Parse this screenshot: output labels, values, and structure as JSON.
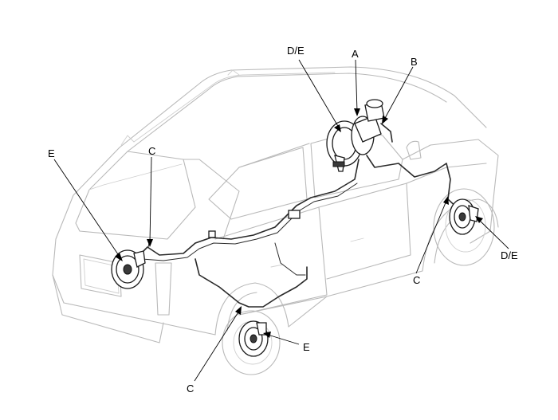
{
  "labels": {
    "rear_left_brake": "E",
    "rear_left_hose": "C",
    "master_cylinder_assembly": "D/E",
    "booster": "A",
    "master_cylinder": "B",
    "front_right_hose": "C",
    "front_right_brake": "D/E",
    "rear_right_hose": "C",
    "rear_right_brake": "E"
  },
  "colors": {
    "line_art": "#b9b9b9",
    "brake_lines": "#2a2a2a",
    "callout_text": "#000000"
  }
}
